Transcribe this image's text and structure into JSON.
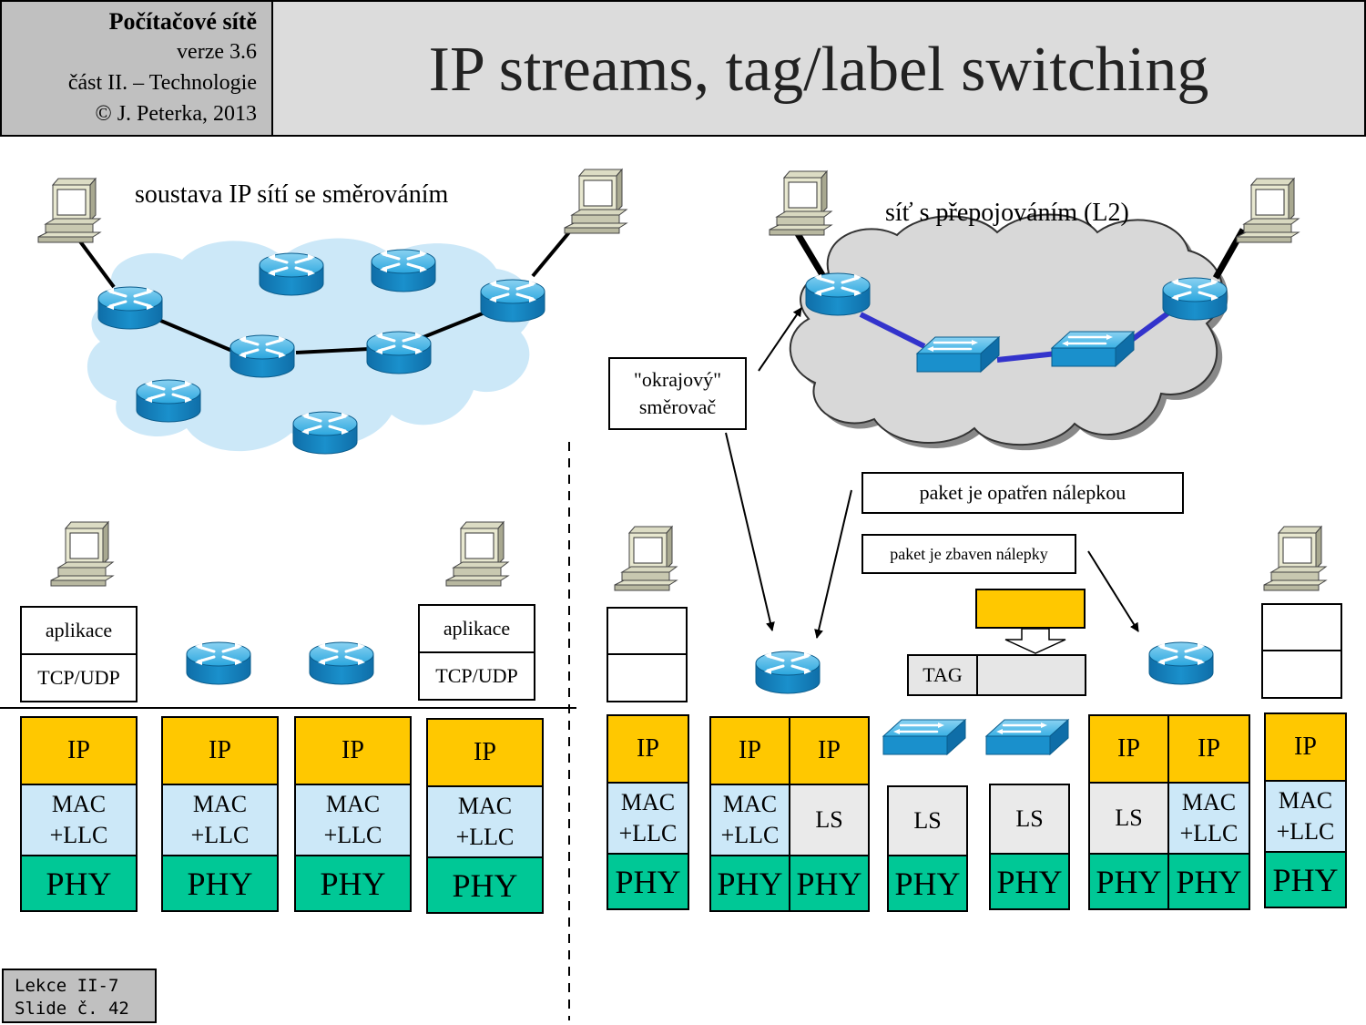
{
  "header": {
    "course": "Počítačové sítě",
    "version": "verze 3.6",
    "part": "část  II. – Technologie",
    "copyright": "© J. Peterka, 2013",
    "title": "IP streams, tag/label  switching"
  },
  "footer": {
    "lecture": "Lekce II-7",
    "slide": "Slide č. 42"
  },
  "left_network": {
    "caption": "soustava IP sítí se směrováním"
  },
  "right_network": {
    "caption": "síť s přepojováním (L2)"
  },
  "notes": {
    "edge_router": "\"okrajový\" směrovač",
    "packet_tagged": "paket je opatřen nálepkou",
    "packet_untagged": "paket je zbaven nálepky",
    "tag": "TAG"
  },
  "layers": {
    "app": "aplikace",
    "transport": "TCP/UDP",
    "ip": "IP",
    "mac": "MAC +LLC",
    "ls": "LS",
    "phy": "PHY"
  },
  "colors": {
    "ip": "#ffc800",
    "mac": "#cce8f8",
    "phy": "#00c896",
    "ls": "#eaeaea",
    "router": "#1a9ad6",
    "switch": "#1a9ad6",
    "left_cloud": "#cce8f8",
    "right_cloud": "#d8d8d8",
    "l2_link": "#3333cc"
  }
}
